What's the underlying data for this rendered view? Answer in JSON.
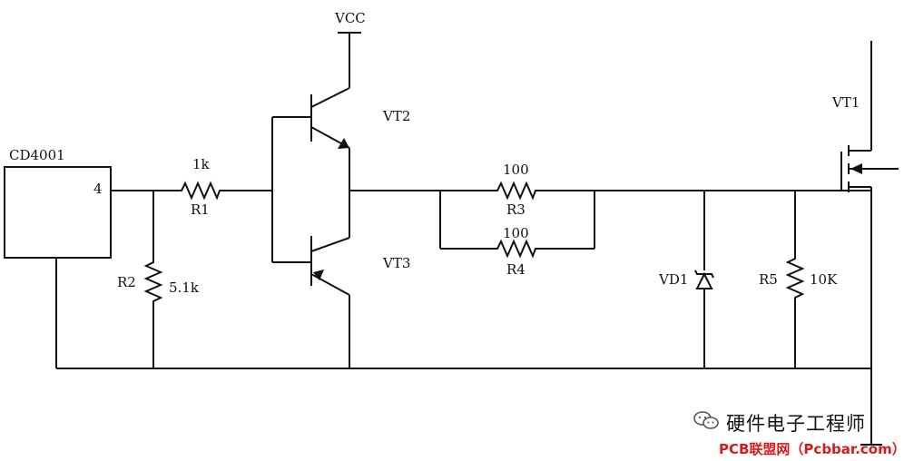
{
  "ic": {
    "name": "CD4001",
    "pin": "4"
  },
  "supply": {
    "vcc": "VCC"
  },
  "resistors": {
    "r1": {
      "ref": "R1",
      "value": "1k"
    },
    "r2": {
      "ref": "R2",
      "value": "5.1k"
    },
    "r3": {
      "ref": "R3",
      "value": "100"
    },
    "r4": {
      "ref": "R4",
      "value": "100"
    },
    "r5": {
      "ref": "R5",
      "value": "10K"
    }
  },
  "transistors": {
    "vt1": "VT1",
    "vt2": "VT2",
    "vt3": "VT3"
  },
  "diode": {
    "ref": "VD1"
  },
  "watermark": {
    "text": "硬件电子工程师",
    "site": "PCB联盟网（Pcbbar.com）",
    "site_color": "#d81a1a"
  }
}
